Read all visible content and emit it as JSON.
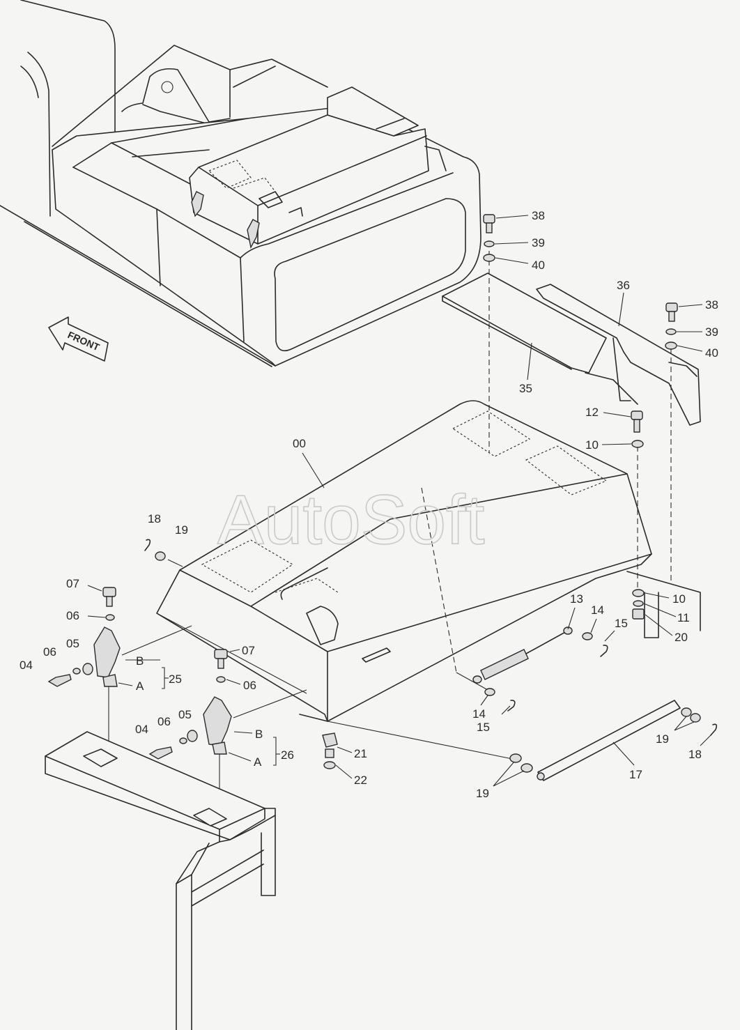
{
  "watermark": "AutoSoft",
  "front_label": "FRONT",
  "part_labels": [
    {
      "id": "p38a",
      "text": "38"
    },
    {
      "id": "p39a",
      "text": "39"
    },
    {
      "id": "p40a",
      "text": "40"
    },
    {
      "id": "p36",
      "text": "36"
    },
    {
      "id": "p38b",
      "text": "38"
    },
    {
      "id": "p39b",
      "text": "39"
    },
    {
      "id": "p40b",
      "text": "40"
    },
    {
      "id": "p35",
      "text": "35"
    },
    {
      "id": "p12",
      "text": "12"
    },
    {
      "id": "p10a",
      "text": "10"
    },
    {
      "id": "p00",
      "text": "00"
    },
    {
      "id": "p18a",
      "text": "18"
    },
    {
      "id": "p19a",
      "text": "19"
    },
    {
      "id": "p07a",
      "text": "07"
    },
    {
      "id": "p06a",
      "text": "06"
    },
    {
      "id": "p05a",
      "text": "05"
    },
    {
      "id": "p06b",
      "text": "06"
    },
    {
      "id": "p04a",
      "text": "04"
    },
    {
      "id": "pBa",
      "text": "B"
    },
    {
      "id": "pAa",
      "text": "A"
    },
    {
      "id": "p25",
      "text": "25"
    },
    {
      "id": "p07b",
      "text": "07"
    },
    {
      "id": "p06c",
      "text": "06"
    },
    {
      "id": "p05b",
      "text": "05"
    },
    {
      "id": "p06d",
      "text": "06"
    },
    {
      "id": "p04b",
      "text": "04"
    },
    {
      "id": "pBb",
      "text": "B"
    },
    {
      "id": "pAb",
      "text": "A"
    },
    {
      "id": "p26",
      "text": "26"
    },
    {
      "id": "p21",
      "text": "21"
    },
    {
      "id": "p22",
      "text": "22"
    },
    {
      "id": "p13",
      "text": "13"
    },
    {
      "id": "p14a",
      "text": "14"
    },
    {
      "id": "p15a",
      "text": "15"
    },
    {
      "id": "p10b",
      "text": "10"
    },
    {
      "id": "p11",
      "text": "11"
    },
    {
      "id": "p20",
      "text": "20"
    },
    {
      "id": "p14b",
      "text": "14"
    },
    {
      "id": "p15b",
      "text": "15"
    },
    {
      "id": "p19b",
      "text": "19"
    },
    {
      "id": "p18b",
      "text": "18"
    },
    {
      "id": "p17",
      "text": "17"
    },
    {
      "id": "p19c",
      "text": "19"
    }
  ]
}
